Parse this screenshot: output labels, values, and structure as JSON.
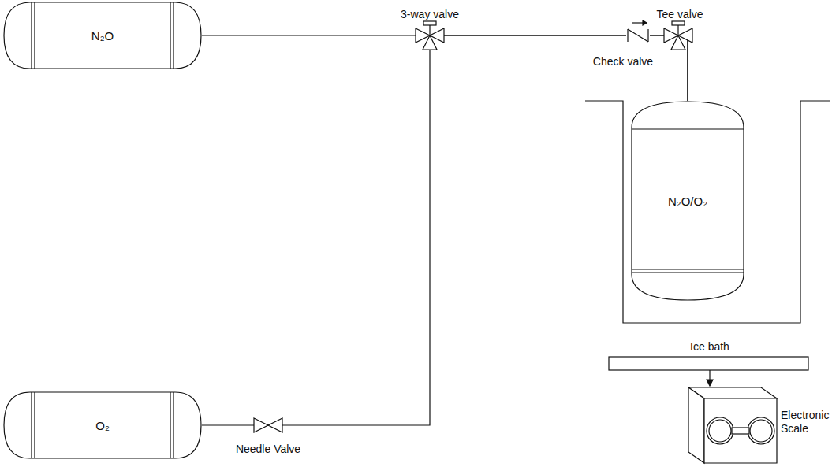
{
  "diagram": {
    "nodes": [
      {
        "text": [
          "N₂O"
        ]
      },
      {
        "text": [
          "O₂"
        ]
      },
      {
        "text": [
          "N₂O/O₂"
        ]
      }
    ],
    "edges": [
      {
        "from": 0,
        "to": 2,
        "arrow": "none"
      },
      {
        "from": 1,
        "to": 2,
        "arrow": "none"
      }
    ],
    "labels": [
      "3-way valve",
      "Tee valve",
      "Check valve",
      "Needle Valve",
      "Ice bath",
      "Electronic Scale"
    ]
  }
}
